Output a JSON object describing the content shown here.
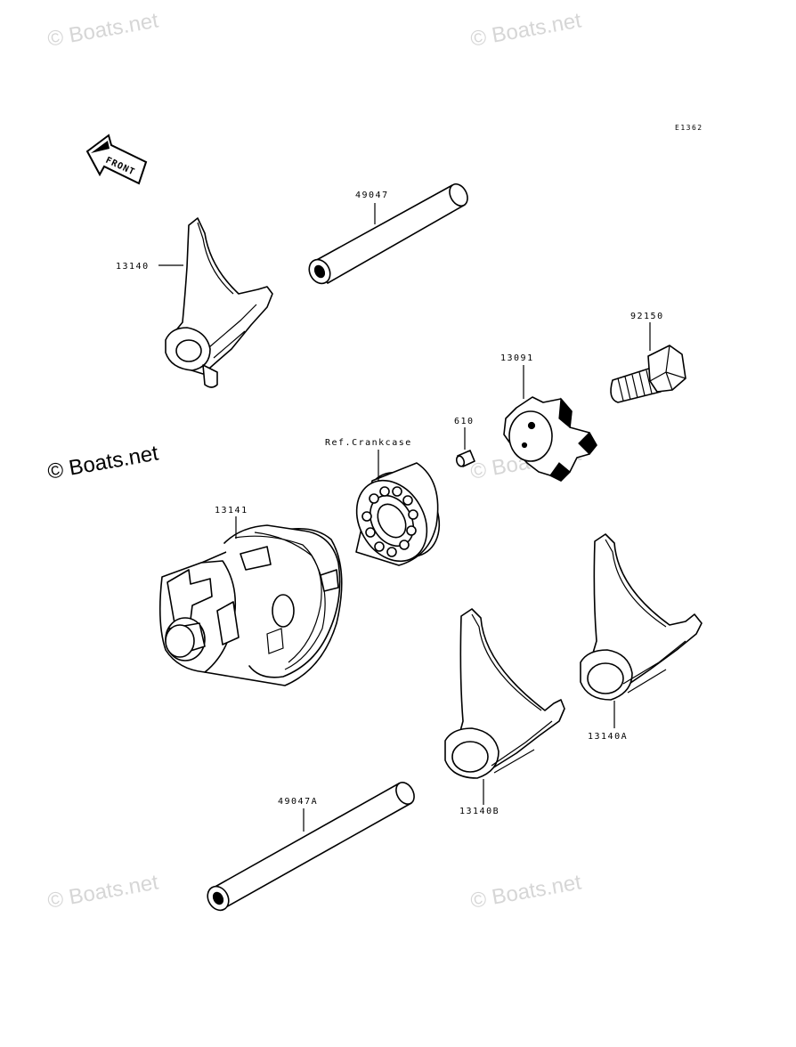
{
  "diagram": {
    "code": "E1362",
    "front_label": "FRONT",
    "parts": [
      {
        "id": "p13140",
        "number": "13140"
      },
      {
        "id": "p49047",
        "number": "49047"
      },
      {
        "id": "p92150",
        "number": "92150"
      },
      {
        "id": "p13091",
        "number": "13091"
      },
      {
        "id": "p610",
        "number": "610"
      },
      {
        "id": "pref",
        "number": "Ref.Crankcase"
      },
      {
        "id": "p13141",
        "number": "13141"
      },
      {
        "id": "p13140A",
        "number": "13140A"
      },
      {
        "id": "p13140B",
        "number": "13140B"
      },
      {
        "id": "p49047A",
        "number": "49047A"
      }
    ]
  },
  "watermarks": {
    "text": "© Boats.net"
  }
}
